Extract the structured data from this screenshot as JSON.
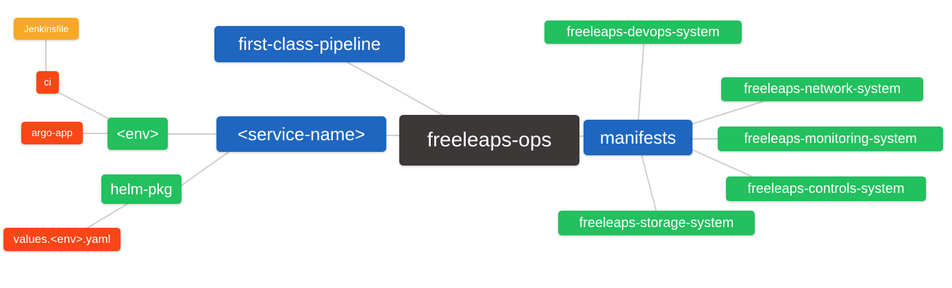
{
  "diagram": {
    "type": "mindmap",
    "root": "freeleaps-ops"
  },
  "palette": {
    "root_bg": "#3b3837",
    "blue": "#1f66c0",
    "green": "#22c05e",
    "red": "#fa4616",
    "orange": "#f9a826",
    "edge": "#cfcfcf",
    "text": "#ffffff"
  },
  "nodes": {
    "freeleaps_ops": {
      "label": "freeleaps-ops",
      "color": "#3b3837"
    },
    "first_class_pipeline": {
      "label": "first-class-pipeline",
      "color": "#1f66c0"
    },
    "service_name": {
      "label": "<service-name>",
      "color": "#1f66c0"
    },
    "manifests": {
      "label": "manifests",
      "color": "#1f66c0"
    },
    "env": {
      "label": "<env>",
      "color": "#22c05e"
    },
    "helm_pkg": {
      "label": "helm-pkg",
      "color": "#22c05e"
    },
    "ci": {
      "label": "ci",
      "color": "#fa4616"
    },
    "argo_app": {
      "label": "argo-app",
      "color": "#fa4616"
    },
    "jenkinsfile": {
      "label": "Jenkinsfile",
      "color": "#f9a826"
    },
    "values_env_yaml": {
      "label": "values.<env>.yaml",
      "color": "#fa4616"
    },
    "devops_system": {
      "label": "freeleaps-devops-system",
      "color": "#22c05e"
    },
    "network_system": {
      "label": "freeleaps-network-system",
      "color": "#22c05e"
    },
    "monitoring_system": {
      "label": "freeleaps-monitoring-system",
      "color": "#22c05e"
    },
    "controls_system": {
      "label": "freeleaps-controls-system",
      "color": "#22c05e"
    },
    "storage_system": {
      "label": "freeleaps-storage-system",
      "color": "#22c05e"
    }
  },
  "edges": [
    [
      "jenkinsfile",
      "ci"
    ],
    [
      "ci",
      "env"
    ],
    [
      "argo_app",
      "env"
    ],
    [
      "env",
      "service_name"
    ],
    [
      "helm_pkg",
      "service_name"
    ],
    [
      "values_env_yaml",
      "helm_pkg"
    ],
    [
      "first_class_pipeline",
      "freeleaps_ops"
    ],
    [
      "service_name",
      "freeleaps_ops"
    ],
    [
      "freeleaps_ops",
      "manifests"
    ],
    [
      "manifests",
      "devops_system"
    ],
    [
      "manifests",
      "network_system"
    ],
    [
      "manifests",
      "monitoring_system"
    ],
    [
      "manifests",
      "controls_system"
    ],
    [
      "manifests",
      "storage_system"
    ]
  ]
}
